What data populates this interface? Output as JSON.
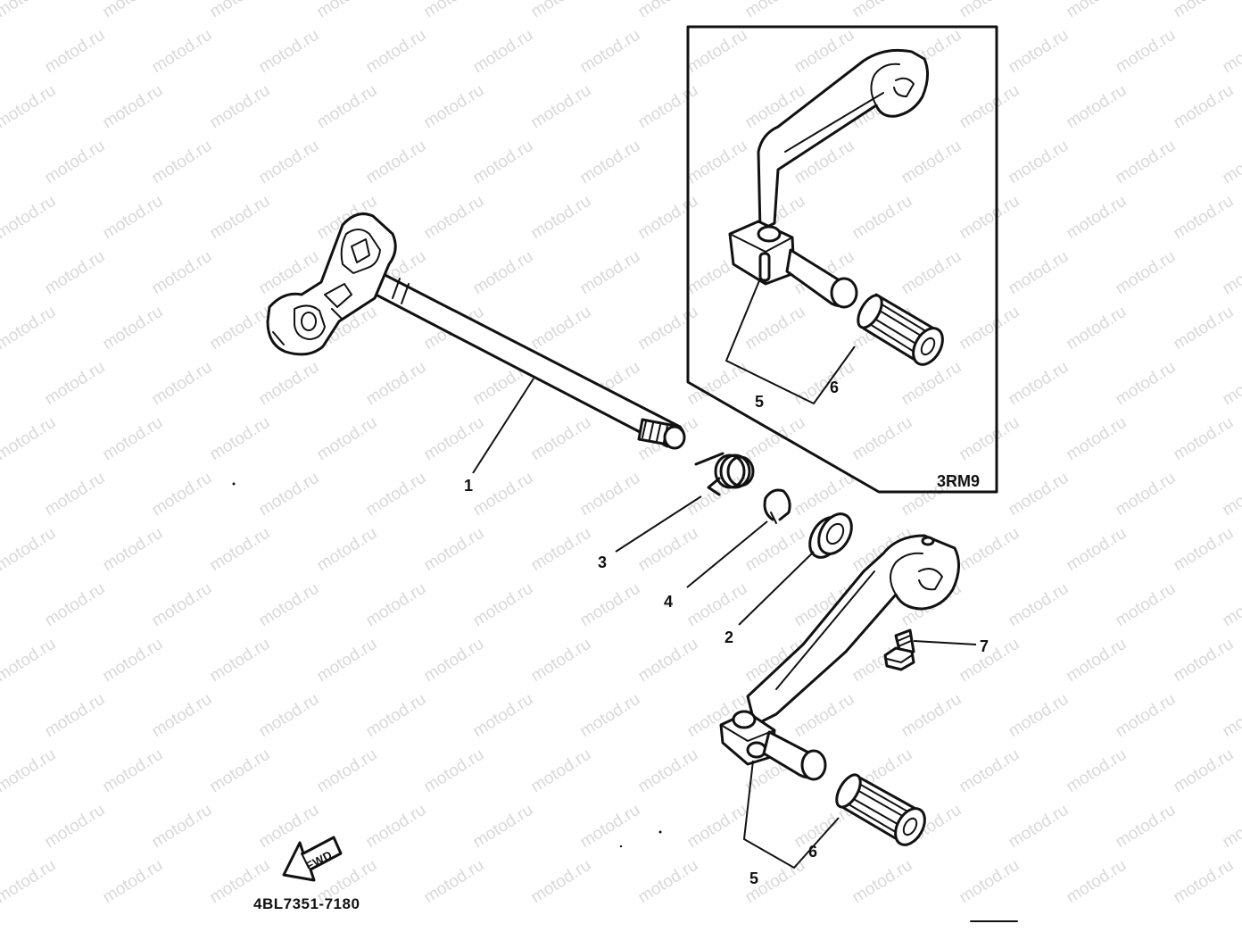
{
  "watermark": {
    "text": "motod.ru"
  },
  "callouts": {
    "p1": "1",
    "p2": "2",
    "p3": "3",
    "p4": "4",
    "p5_inset": "5",
    "p6_inset": "6",
    "p5_main": "5",
    "p6_main": "6",
    "p7": "7"
  },
  "inset": {
    "variant_label": "3RM9"
  },
  "fwd_arrow": {
    "label": "FWD"
  },
  "diagram_code": "4BL7351-7180"
}
